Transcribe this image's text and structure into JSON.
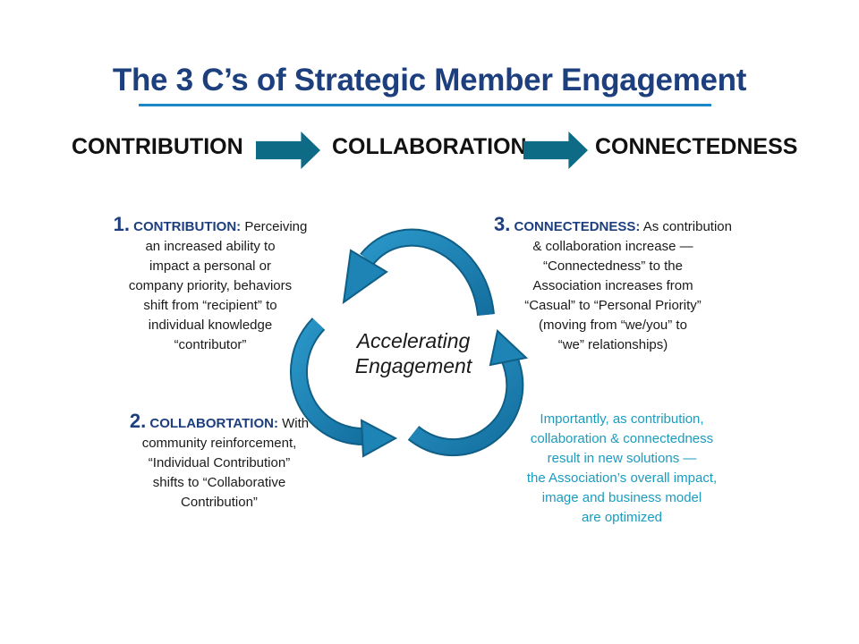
{
  "title": "The 3 C’s of Strategic Member Engagement",
  "flow": {
    "stage1": "CONTRIBUTION",
    "stage2": "COLLABORATION",
    "stage3": "CONNECTEDNESS"
  },
  "cycle_label": {
    "line1": "Accelerating",
    "line2": "Engagement"
  },
  "blocks": {
    "contribution": {
      "number": "1.",
      "heading": "CONTRIBUTION:",
      "lines": [
        "Perceiving",
        "an increased ability to",
        "impact  a personal or",
        "company priority, behaviors",
        "shift from “recipient” to",
        "individual knowledge",
        "“contributor”"
      ]
    },
    "collaboration": {
      "number": "2.",
      "heading": "COLLABORTATION:",
      "lines": [
        "With",
        "community reinforcement,",
        "“Individual Contribution”",
        "shifts to “Collaborative",
        "Contribution”"
      ]
    },
    "connectedness": {
      "number": "3.",
      "heading": "CONNECTEDNESS:",
      "lines": [
        "As contribution",
        "& collaboration increase —",
        "“Connectedness” to the",
        "Association increases from",
        "“Casual” to “Personal Priority”",
        "(moving from “we/you” to",
        "“we” relationships)"
      ]
    }
  },
  "note": {
    "lines": [
      "Importantly, as contribution,",
      "collaboration & connectedness",
      "result in new solutions —",
      "the Association’s overall impact,",
      "image and business model",
      "are optimized"
    ]
  },
  "colors": {
    "title": "#1d3f7e",
    "rule": "#1a87c9",
    "flow_arrow": "#0d6b86",
    "cycle_arrow": "#1d84b5",
    "note": "#1a9cc0"
  }
}
